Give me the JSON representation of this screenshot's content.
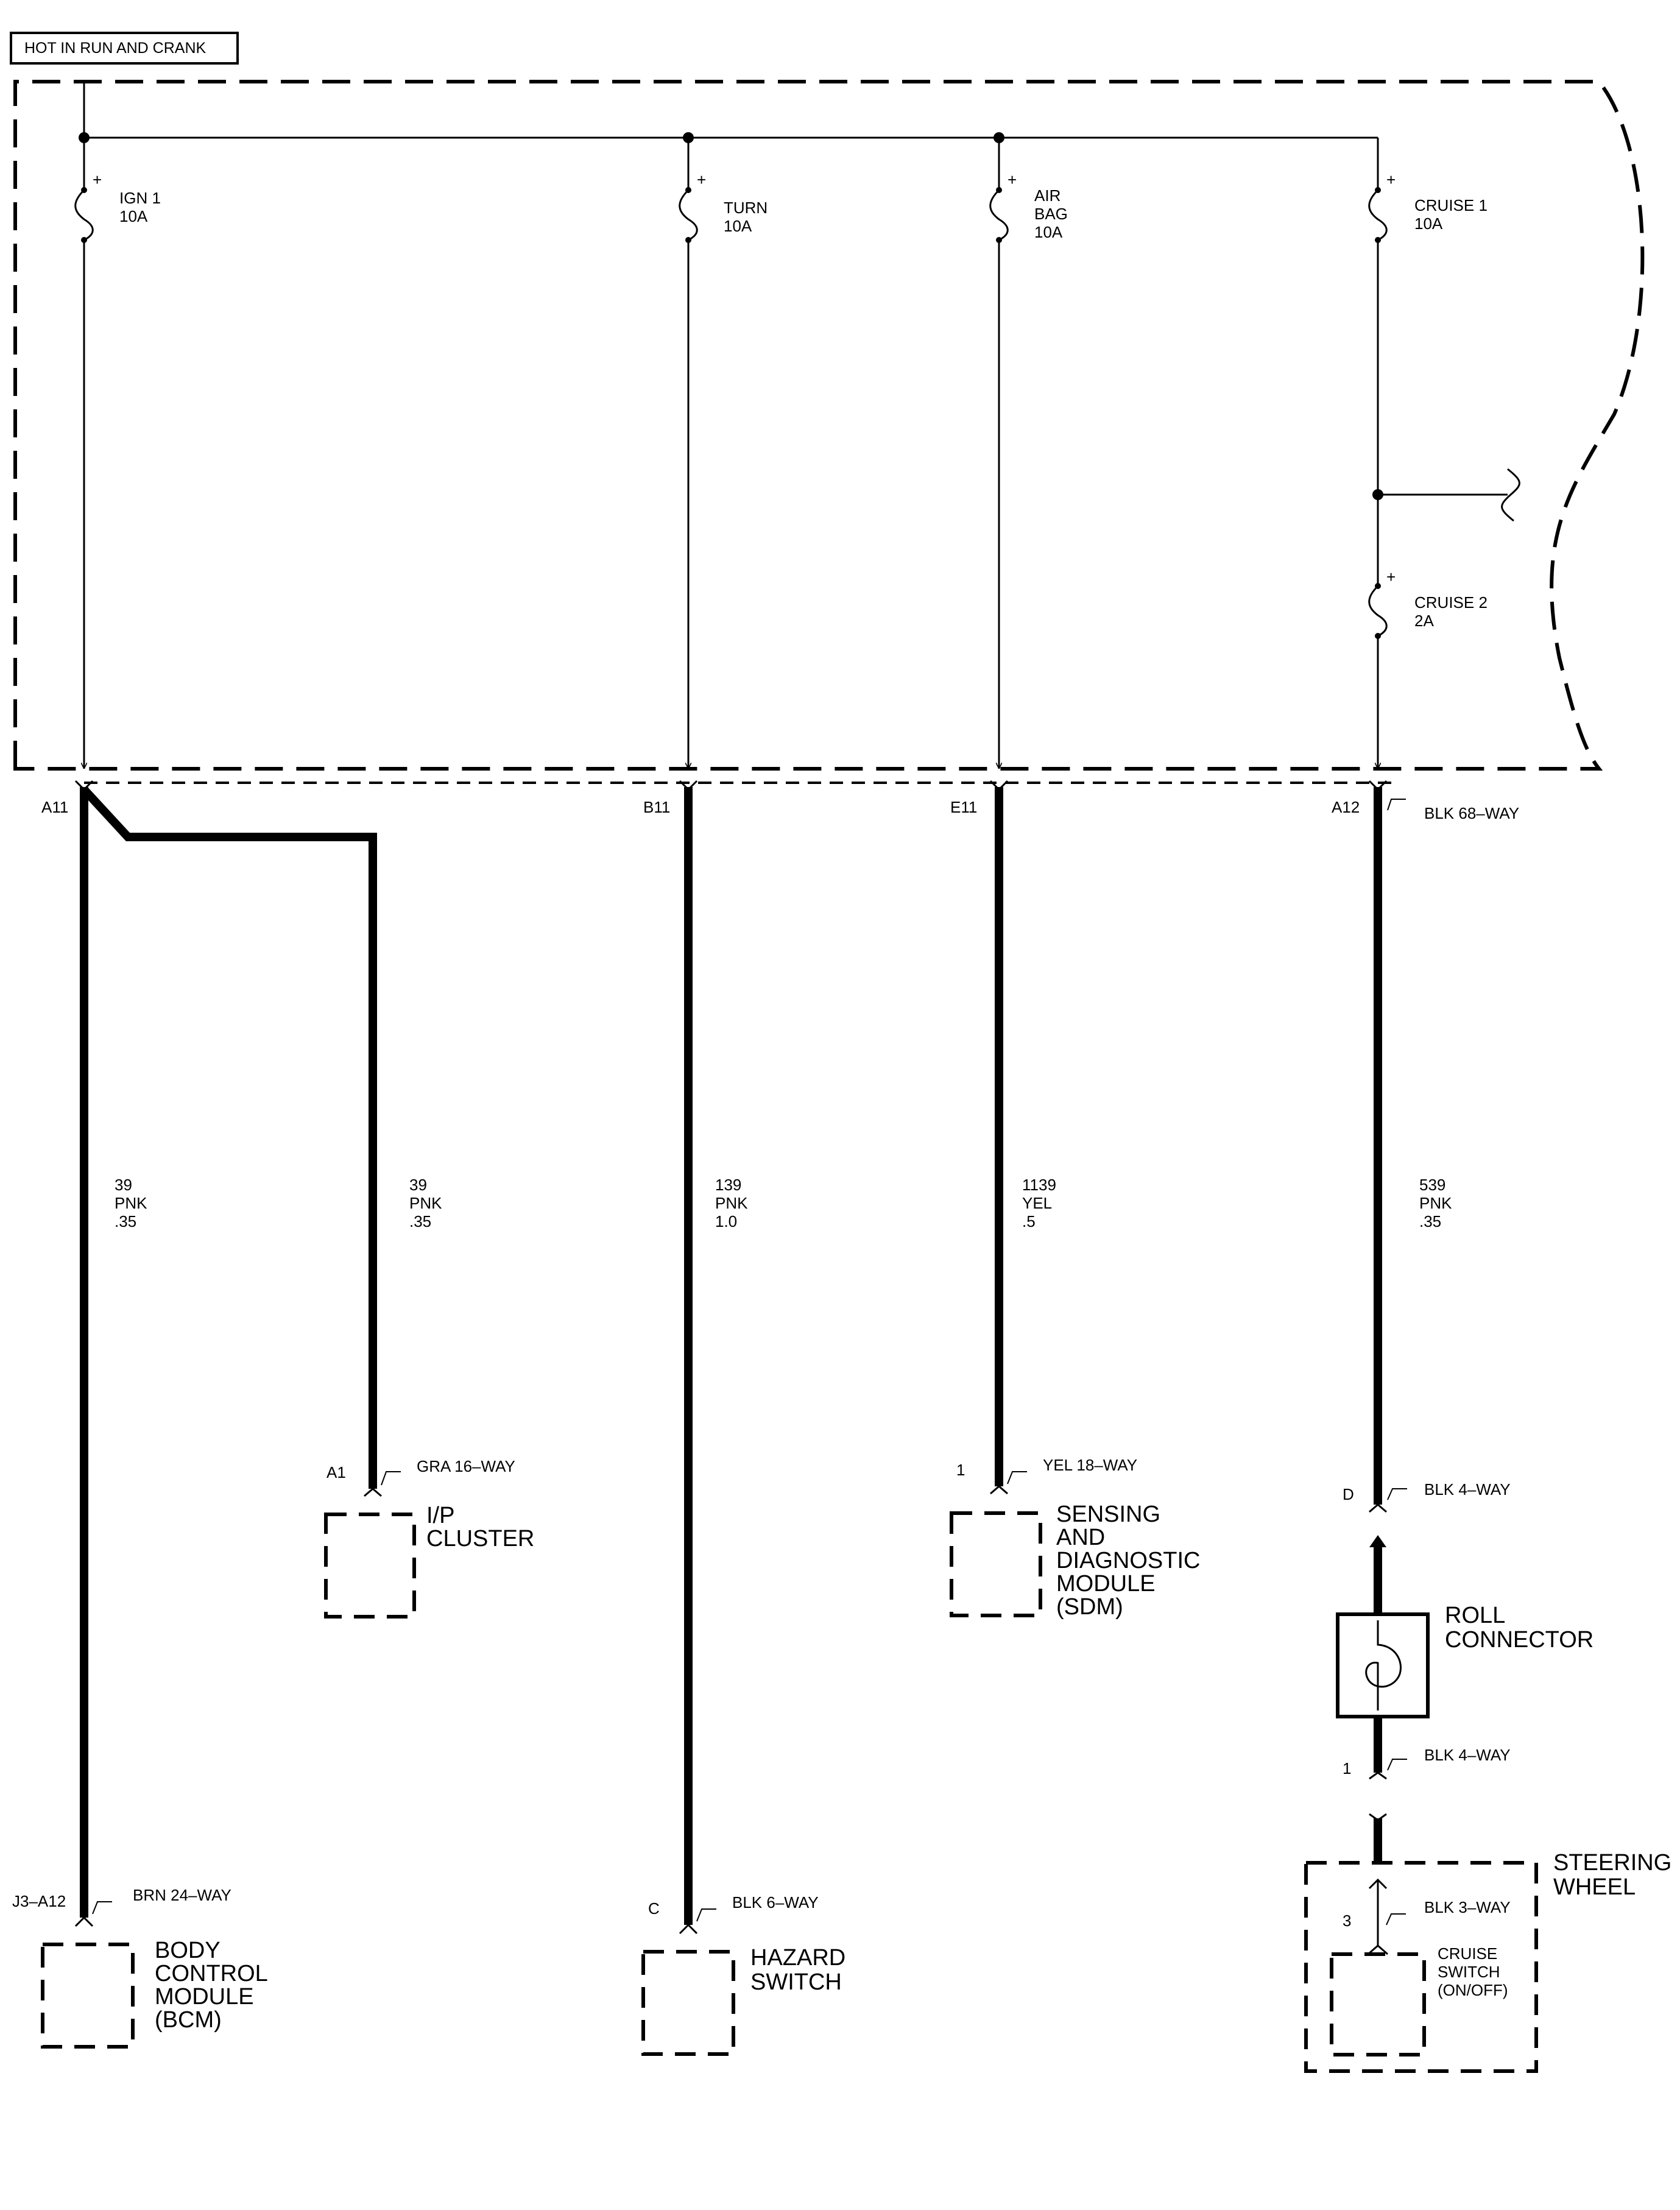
{
  "header": {
    "label": "HOT IN RUN AND CRANK"
  },
  "fuses": [
    {
      "id": "ign1",
      "lines": [
        "IGN 1",
        "10A"
      ],
      "plus": "+"
    },
    {
      "id": "turn",
      "lines": [
        "TURN",
        "10A"
      ],
      "plus": "+"
    },
    {
      "id": "airbag",
      "lines": [
        "AIR",
        "BAG",
        "10A"
      ],
      "plus": "+"
    },
    {
      "id": "cruise1",
      "lines": [
        "CRUISE 1",
        "10A"
      ],
      "plus": "+"
    },
    {
      "id": "cruise2",
      "lines": [
        "CRUISE 2",
        "2A"
      ],
      "plus": "+"
    }
  ],
  "fuse_block_pins": [
    {
      "id": "a11",
      "label": "A11"
    },
    {
      "id": "b11",
      "label": "B11"
    },
    {
      "id": "e11",
      "label": "E11"
    },
    {
      "id": "a12",
      "label": "A12",
      "connector": "BLK 68–WAY"
    }
  ],
  "wires": [
    {
      "id": "bcm",
      "circuit": "39",
      "color": "PNK",
      "gauge": ".35"
    },
    {
      "id": "ip",
      "circuit": "39",
      "color": "PNK",
      "gauge": ".35"
    },
    {
      "id": "hazard",
      "circuit": "139",
      "color": "PNK",
      "gauge": "1.0"
    },
    {
      "id": "sdm",
      "circuit": "1139",
      "color": "YEL",
      "gauge": ".5"
    },
    {
      "id": "cruise",
      "circuit": "539",
      "color": "PNK",
      "gauge": ".35"
    }
  ],
  "components": {
    "ip_cluster": {
      "pin": "A1",
      "connector": "GRA 16–WAY",
      "lines": [
        "I/P",
        "CLUSTER"
      ]
    },
    "sdm": {
      "pin": "1",
      "connector": "YEL 18–WAY",
      "lines": [
        "SENSING",
        "AND",
        "DIAGNOSTIC",
        "MODULE",
        "(SDM)"
      ]
    },
    "roll_connector": {
      "pin_top": "D",
      "connector_top": "BLK 4–WAY",
      "pin_bottom": "1",
      "connector_bottom": "BLK 4–WAY",
      "lines": [
        "ROLL",
        "CONNECTOR"
      ]
    },
    "bcm": {
      "pin": "J3–A12",
      "connector": "BRN 24–WAY",
      "lines": [
        "BODY",
        "CONTROL",
        "MODULE",
        "(BCM)"
      ]
    },
    "hazard_switch": {
      "pin": "C",
      "connector": "BLK 6–WAY",
      "lines": [
        "HAZARD",
        "SWITCH"
      ]
    },
    "steering_wheel": {
      "lines": [
        "STEERING",
        "WHEEL"
      ]
    },
    "cruise_switch": {
      "pin": "3",
      "connector": "BLK 3–WAY",
      "lines": [
        "CRUISE",
        "SWITCH",
        "(ON/OFF)"
      ]
    }
  }
}
